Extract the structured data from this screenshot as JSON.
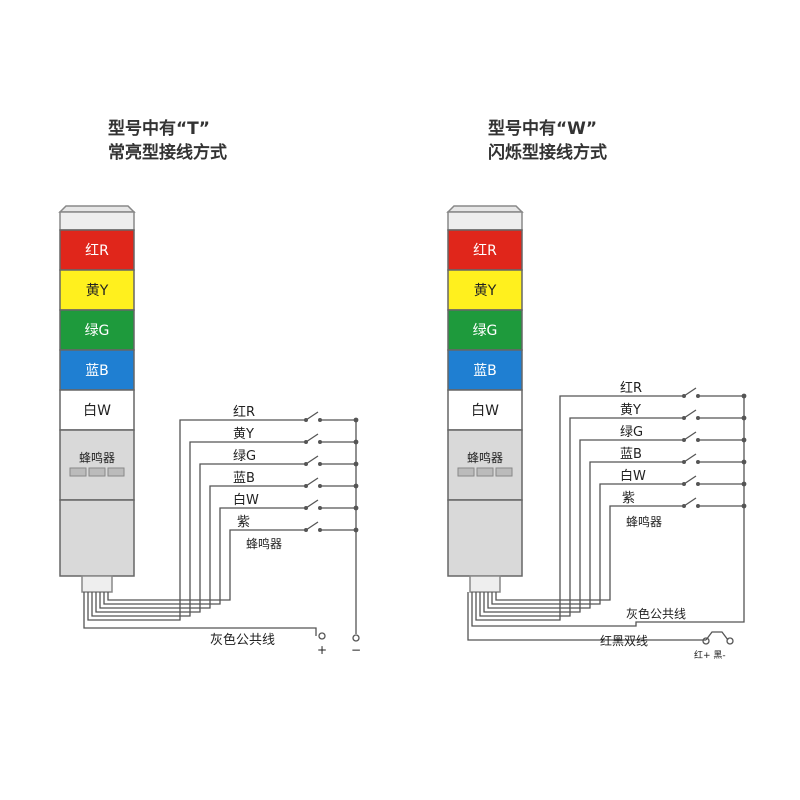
{
  "colors": {
    "red": "#e0261b",
    "yellow": "#fff01e",
    "green": "#1e9a3c",
    "blue": "#1f7fd2",
    "white": "#ffffff",
    "gray": "#d9d9d9",
    "wire": "#555555"
  },
  "left": {
    "title_line1": "型号中有“T”",
    "title_line2": "常亮型接线方式",
    "segments": [
      "红R",
      "黄Y",
      "绿G",
      "蓝B",
      "白W"
    ],
    "buzzer": "蜂鸣器",
    "wires": [
      "红R",
      "黄Y",
      "绿G",
      "蓝B",
      "白W",
      "紫",
      "蜂鸣器"
    ],
    "common": "灰色公共线",
    "plus": "+",
    "minus": "−"
  },
  "right": {
    "title_line1": "型号中有“W”",
    "title_line2": "闪烁型接线方式",
    "segments": [
      "红R",
      "黄Y",
      "绿G",
      "蓝B",
      "白W"
    ],
    "buzzer": "蜂鸣器",
    "wires": [
      "红R",
      "黄Y",
      "绿G",
      "蓝B",
      "白W",
      "紫",
      "蜂鸣器"
    ],
    "common": "灰色公共线",
    "pair": "红黑双线",
    "pair_terminals": "红+ 黑-"
  }
}
